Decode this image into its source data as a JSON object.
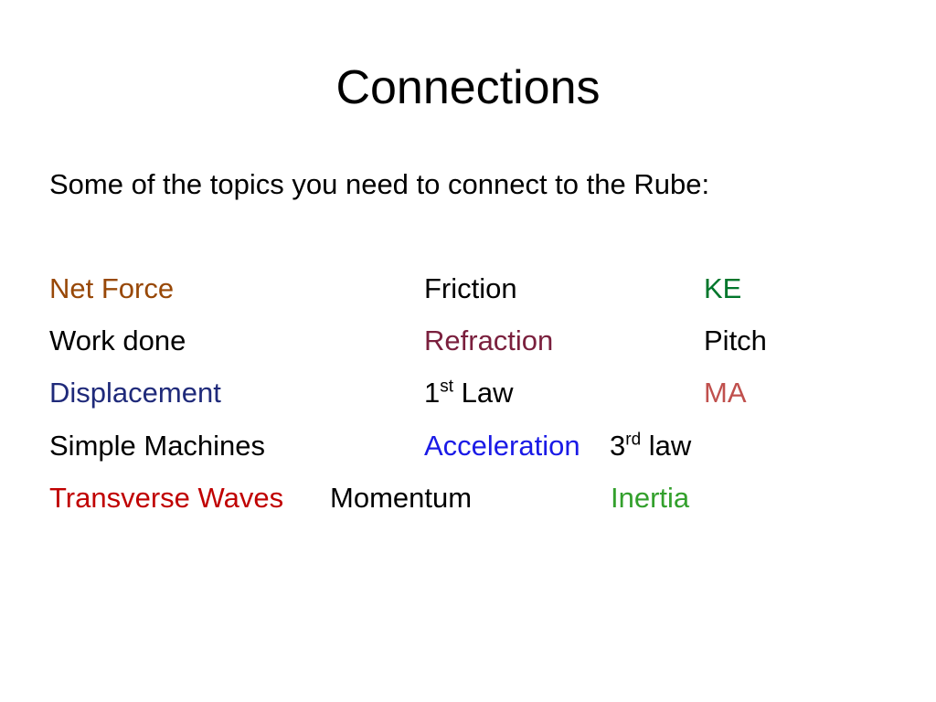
{
  "slide": {
    "title": "Connections",
    "intro": "Some of the topics you need to connect to the Rube:"
  },
  "terms": {
    "net_force": "Net Force",
    "friction": "Friction",
    "ke": "KE",
    "work_done": "Work done",
    "refraction": "Refraction",
    "pitch": "Pitch",
    "displacement": "Displacement",
    "first_law_num": "1",
    "first_law_sup": "st",
    "first_law_word": " Law",
    "ma": "MA",
    "simple_machines": "Simple Machines",
    "acceleration": "Acceleration",
    "third_law_num": "3",
    "third_law_sup": "rd",
    "third_law_word": " law",
    "transverse_waves": "Transverse Waves",
    "momentum": "Momentum",
    "inertia": "Inertia"
  },
  "colors": {
    "net_force": "#984807",
    "refraction": "#7a1f3d",
    "displacement": "#1f2a7a",
    "acceleration": "#1a1ae6",
    "transverse_waves": "#c00000",
    "ke": "#00762b",
    "inertia": "#33a02c",
    "ma": "#c0504d"
  }
}
